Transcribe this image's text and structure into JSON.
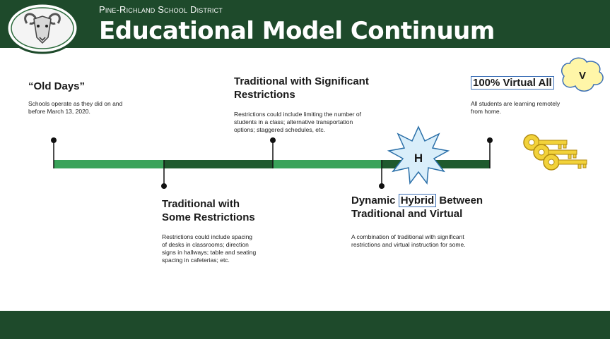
{
  "header": {
    "district": "Pine-Richland School District",
    "title": "Educational Model Continuum"
  },
  "stages": [
    {
      "title": "“Old Days”",
      "description_lines": [
        "Schools operate as they did on and",
        "before March 13, 2020."
      ]
    },
    {
      "title_lines": [
        "Traditional with",
        "Some Restrictions"
      ],
      "description_lines": [
        "Restrictions could include spacing",
        "of desks in classrooms; direction",
        "signs in hallways; table and seating",
        "spacing in cafeterias; etc."
      ]
    },
    {
      "title_lines": [
        "Traditional with Significant",
        "Restrictions"
      ],
      "description_lines": [
        "Restrictions could include limiting the number of",
        "students in a class; alternative transportation",
        "options; staggered schedules, etc."
      ]
    },
    {
      "title_pre": "Dynamic ",
      "title_boxed": "Hybrid",
      "title_post": " Between",
      "title_line2": "Traditional and Virtual",
      "description_lines": [
        "A combination of traditional with significant",
        "restrictions and virtual instruction for some."
      ]
    },
    {
      "title": "100% Virtual All",
      "description_lines": [
        "All students are learning remotely",
        "from home."
      ]
    }
  ],
  "badges": {
    "hybrid_letter": "H",
    "virtual_letter": "V"
  },
  "colors": {
    "dark_green": "#1e4a2b",
    "light_green": "#3aa35a",
    "timeline_dark": "#1f5a2e",
    "box_blue": "#3b6fb6",
    "star_fill": "#d9eefa",
    "cloud_fill": "#fff6a8",
    "key_fill": "#f2d23a"
  },
  "icons": [
    "ram-logo-icon",
    "star-burst-icon",
    "cloud-icon",
    "keys-icon"
  ]
}
